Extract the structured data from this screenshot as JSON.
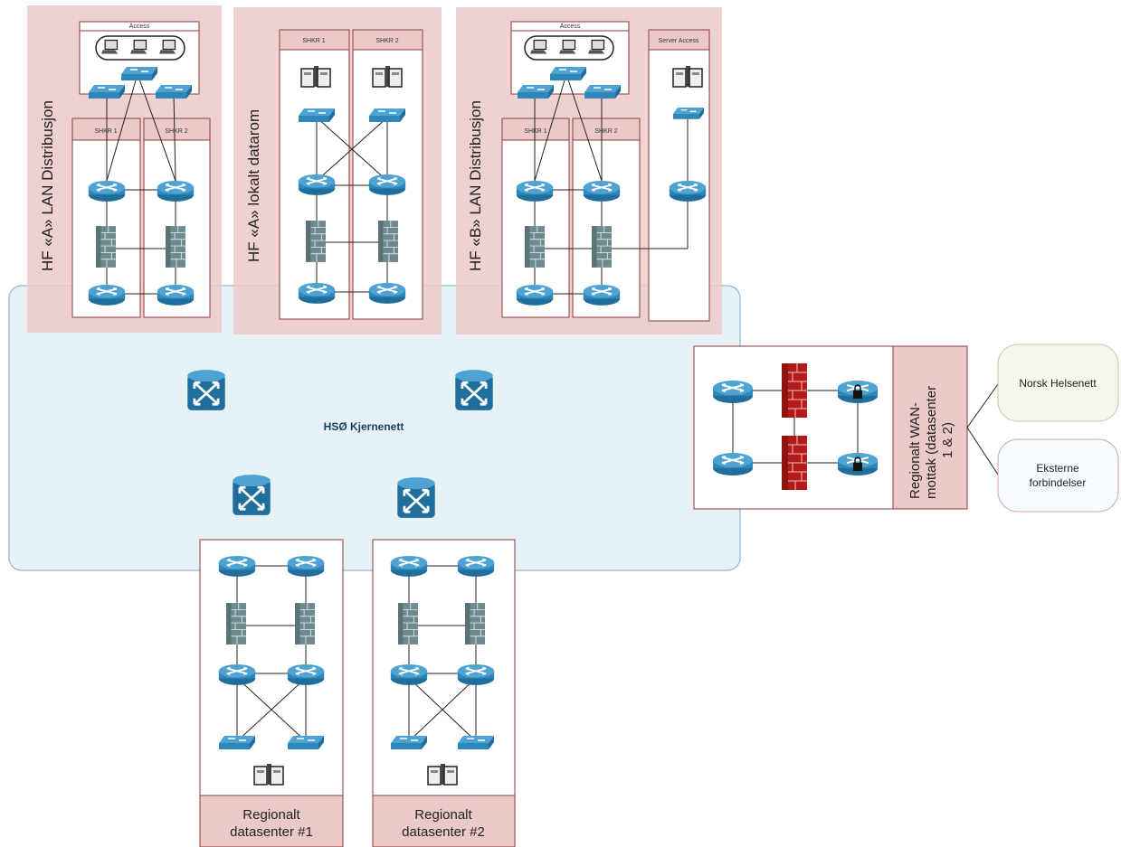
{
  "title": "HSØ Kjernenett",
  "colors": {
    "core_fill": "#e6f2f8",
    "core_stroke": "#8fb8cf",
    "panel_fill": "#ecc9c9",
    "panel_stroke": "#8b3a3a",
    "router": "#2f86b8",
    "firewall_gray": "#6f8a8e",
    "firewall_red": "#b31b1b"
  },
  "hf_a_lan": {
    "title": "HF «A» LAN Distribusjon",
    "access_label": "Access",
    "shkr1_label": "SHKR 1",
    "shkr2_label": "SHKR 2"
  },
  "hf_a_room": {
    "title": "HF «A» lokalt datarom",
    "shkr1_label": "SHKR 1",
    "shkr2_label": "SHKR 2"
  },
  "hf_b_lan": {
    "title": "HF «B» LAN Distribusjon",
    "access_label": "Access",
    "shkr1_label": "SHKR 1",
    "shkr2_label": "SHKR 2",
    "server_access_label": "Server Access"
  },
  "wan": {
    "title_lines": [
      "Regionalt WAN-",
      "mottak (datasenter",
      "1 & 2)"
    ]
  },
  "externals": {
    "norsk_helsenett": "Norsk Helsenett",
    "eksterne_line1": "Eksterne",
    "eksterne_line2": "forbindelser"
  },
  "datacenter1": {
    "line1": "Regionalt",
    "line2": "datasenter #1"
  },
  "datacenter2": {
    "line1": "Regionalt",
    "line2": "datasenter #2"
  },
  "icons": [
    "router-icon",
    "firewall-icon",
    "switch-icon",
    "core-switch-icon",
    "server-icon",
    "workstation-icon",
    "vpn-router-icon"
  ]
}
